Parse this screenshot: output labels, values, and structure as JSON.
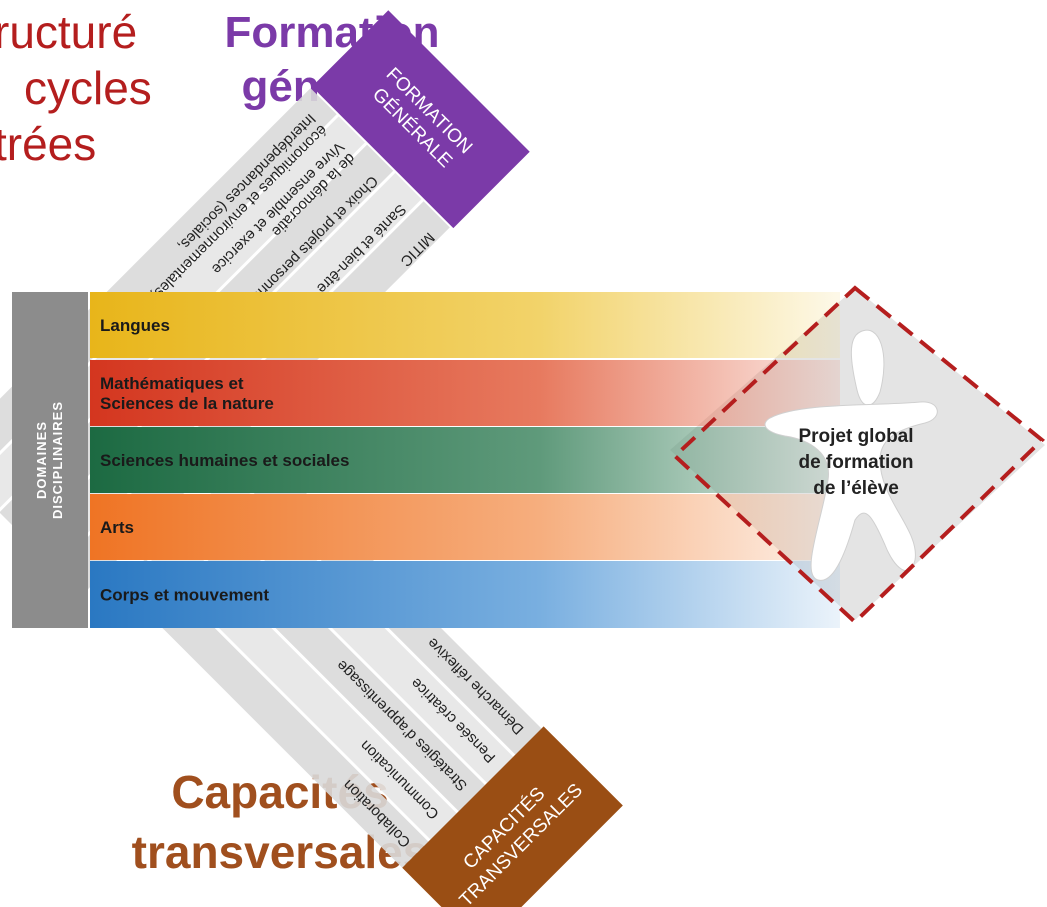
{
  "headings": {
    "partial_left_lines": [
      "ructuré",
      "cycles",
      "trées"
    ],
    "formation_generale_lines": [
      "Formation",
      "générale"
    ],
    "capacites_lines": [
      "Capacités",
      "transversales"
    ]
  },
  "domains": {
    "side_label_lines": [
      "DOMAINES",
      "DISCIPLINAIRES"
    ],
    "items": [
      {
        "lines": [
          "Langues"
        ],
        "color": "#e6b81e"
      },
      {
        "lines": [
          "Mathématiques et",
          "Sciences de la nature"
        ],
        "color": "#d43d24"
      },
      {
        "lines": [
          "Sciences humaines et sociales"
        ],
        "color": "#1e6e46"
      },
      {
        "lines": [
          "Arts"
        ],
        "color": "#ee7a2c"
      },
      {
        "lines": [
          "Corps et mouvement"
        ],
        "color": "#2e7cc4"
      }
    ]
  },
  "formation_generale": {
    "label_lines": [
      "FORMATION",
      "GÉNÉRALE"
    ],
    "color": "#7b3aa8",
    "items": [
      {
        "lines": [
          "MITIC"
        ]
      },
      {
        "lines": [
          "Santé et bien-être"
        ]
      },
      {
        "lines": [
          "Choix et projets personnels"
        ]
      },
      {
        "lines": [
          "Vivre ensemble et exercice",
          "de la démocratie"
        ]
      },
      {
        "lines": [
          "Interdépendances (sociales,",
          "économiques et environnementales)"
        ]
      }
    ]
  },
  "capacites": {
    "label_lines": [
      "CAPACITÉS",
      "TRANSVERSALES"
    ],
    "color": "#9a4e14",
    "items": [
      {
        "lines": [
          "Collaboration"
        ]
      },
      {
        "lines": [
          "Communication"
        ]
      },
      {
        "lines": [
          "Stratégies d’apprentissage"
        ]
      },
      {
        "lines": [
          "Pensée créatrice"
        ]
      },
      {
        "lines": [
          "Démarche réflexive"
        ]
      }
    ]
  },
  "center": {
    "lines": [
      "Projet global",
      "de formation",
      "de l’élève"
    ]
  }
}
